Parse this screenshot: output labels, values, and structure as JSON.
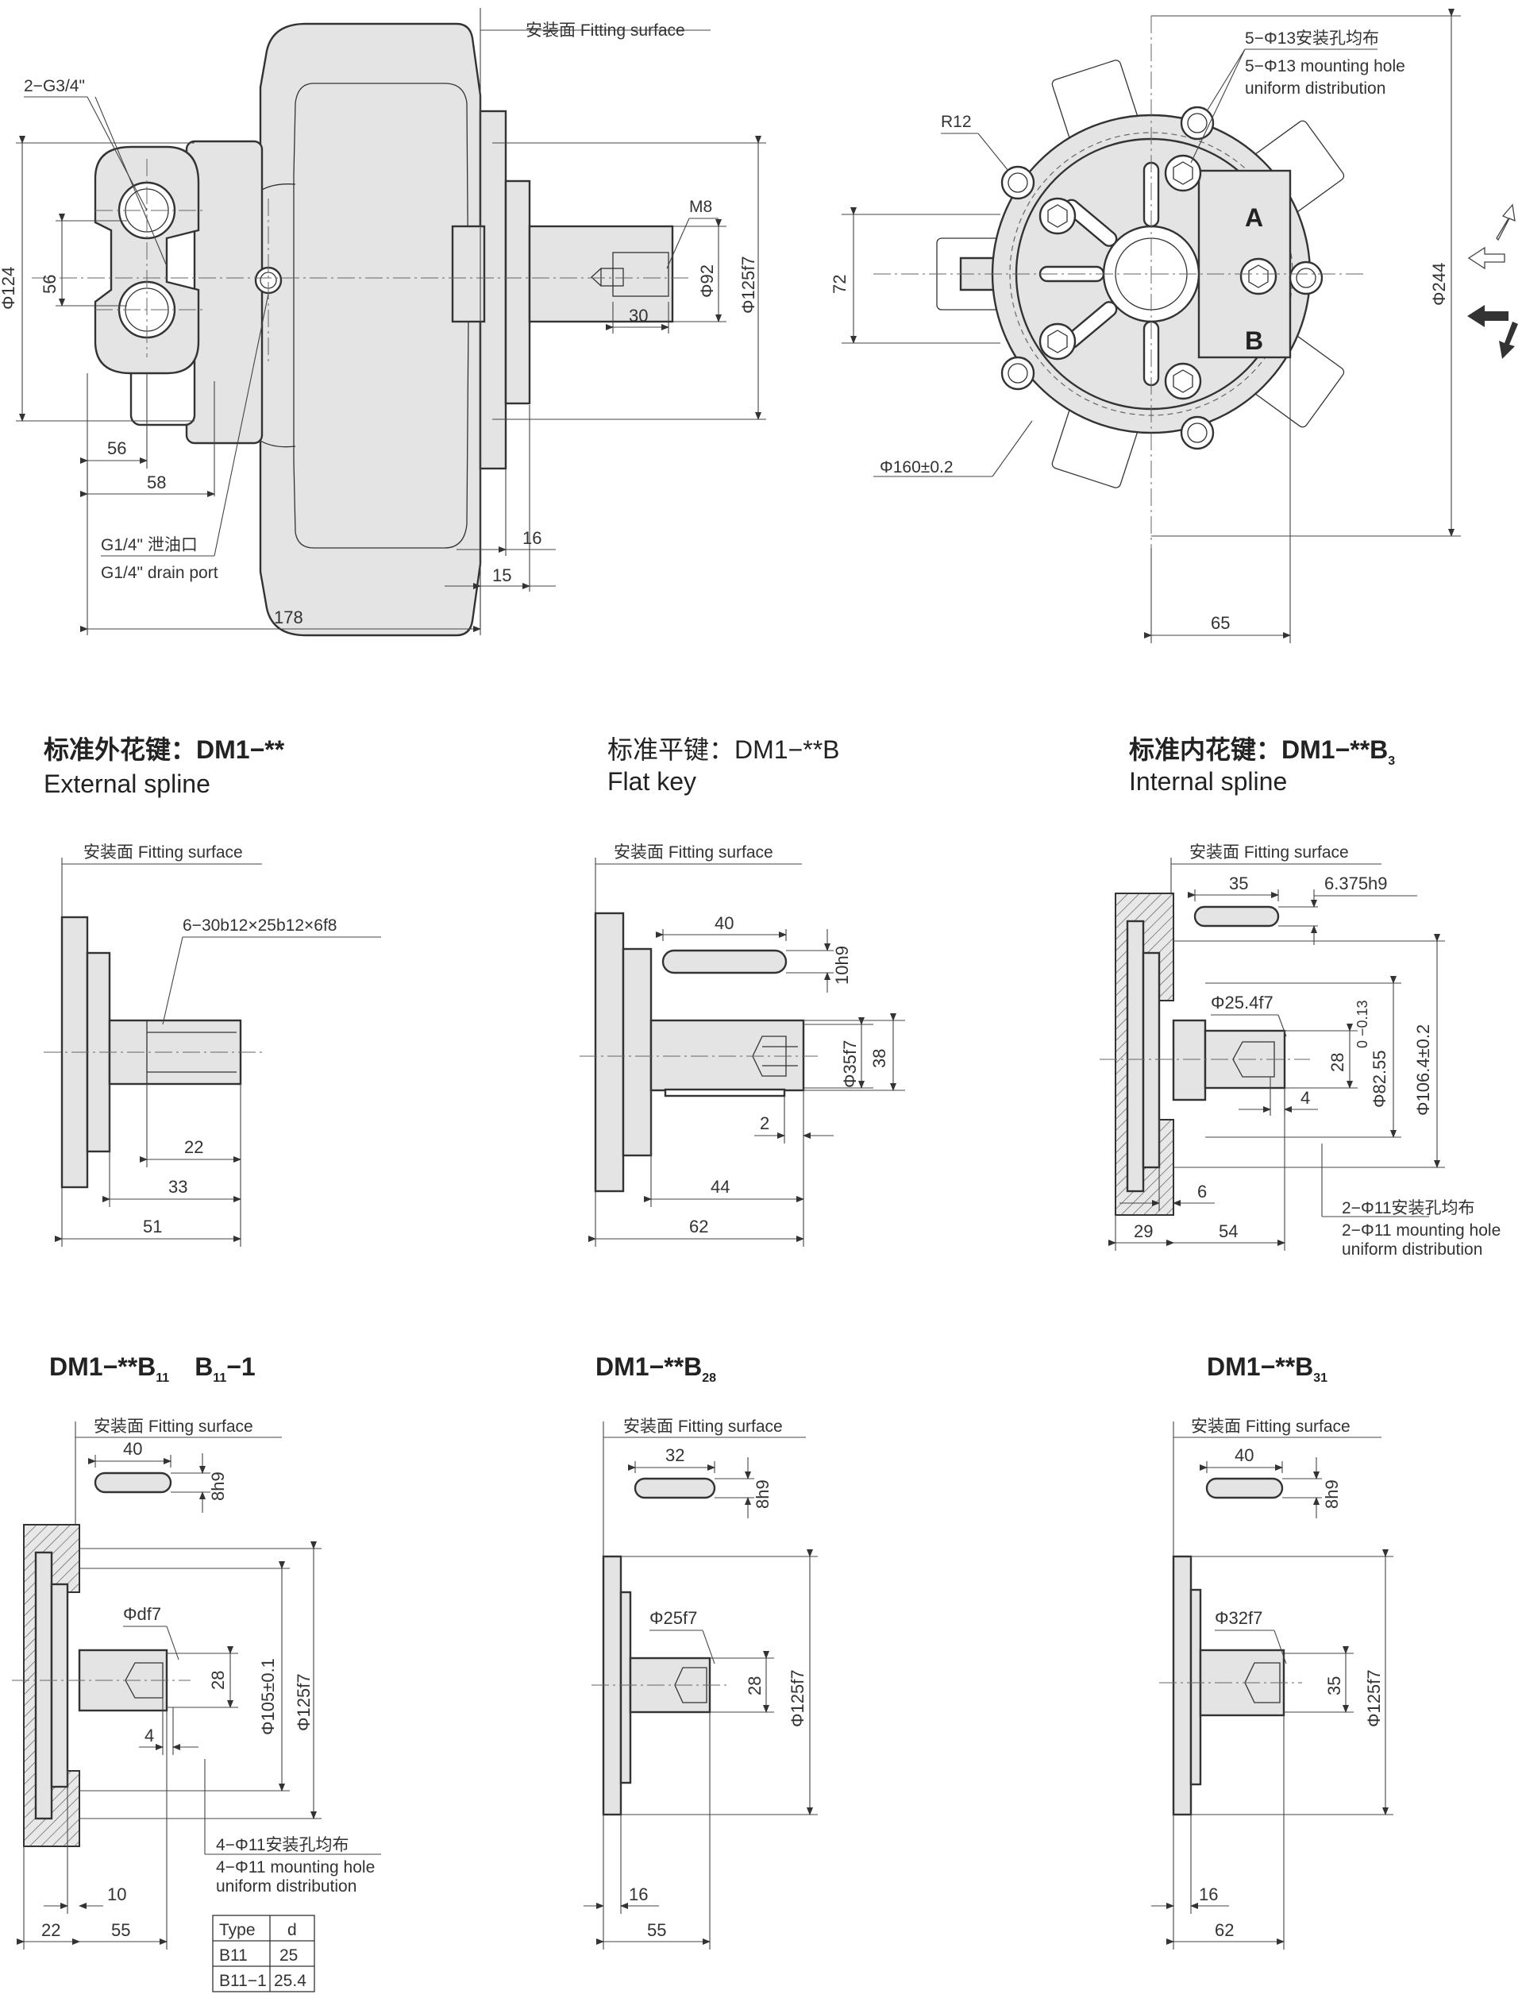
{
  "labels": {
    "fitting_surface": "安装面 Fitting surface",
    "g34": "2−G3/4\"",
    "m8": "M8",
    "drain_cn": "G1/4\" 泄油口",
    "drain_en": "G1/4\" drain port",
    "mount5_cn": "5−Φ13安装孔均布",
    "mount5_en1": "5−Φ13 mounting hole",
    "mount5_en2": "uniform distribution",
    "r12": "R12",
    "phi160": "Φ160±0.2",
    "port_a": "A",
    "port_b": "B",
    "spline_spec": "6−30b12×25b12×6f8",
    "mount2_cn": "2−Φ11安装孔均布",
    "mount2_en1": "2−Φ11 mounting hole",
    "mount2_en2": "uniform distribution",
    "mount4_cn": "4−Φ11安装孔均布",
    "mount4_en1": "4−Φ11 mounting hole",
    "mount4_en2": "uniform distribution"
  },
  "dims": {
    "d124": "Φ124",
    "d56v": "56",
    "d56h": "56",
    "d58": "58",
    "d178": "178",
    "d16": "16",
    "d15": "15",
    "d30": "30",
    "d92": "Φ92",
    "d125": "Φ125f7",
    "d72": "72",
    "d244": "Φ244",
    "d65": "65",
    "s22": "22",
    "s33": "33",
    "s51": "51",
    "f40": "40",
    "f10": "10h9",
    "f35": "Φ35f7",
    "f38": "38",
    "f2": "2",
    "f44": "44",
    "f62": "62",
    "i35": "35",
    "i6375": "6.375h9",
    "i254": "Φ25.4f7",
    "i28": "28",
    "i8255": "Φ82.55",
    "i8255tol": "0 −0.13",
    "i1064": "Φ106.4±0.2",
    "i4": "4",
    "i6": "6",
    "i29": "29",
    "i54": "54",
    "b40": "40",
    "b8": "8h9",
    "bdf7": "Φdf7",
    "b28": "28",
    "b105": "Φ105±0.1",
    "b125": "Φ125f7",
    "b4": "4",
    "b10": "10",
    "b22": "22",
    "b55": "55",
    "c32": "32",
    "c8": "8h9",
    "c25": "Φ25f7",
    "c28": "28",
    "c125": "Φ125f7",
    "c16": "16",
    "c55": "55",
    "e40": "40",
    "e8": "8h9",
    "e32": "Φ32f7",
    "e35": "35",
    "e125": "Φ125f7",
    "e16": "16",
    "e62": "62"
  },
  "headings": {
    "ext_cn": "标准外花键：DM1−**",
    "ext_en": "External spline",
    "flat_cn": "标准平键：DM1−**B",
    "flat_en": "Flat key",
    "int_cn": "标准内花键：DM1−**B",
    "int_sub": "3",
    "int_en": "Internal spline",
    "b11_main": "DM1−**B",
    "b11_sub": "11",
    "b11_alt": "B",
    "b11_alt_sub": "11",
    "b11_alt_suffix": "−1",
    "b28_main": "DM1−**B",
    "b28_sub": "28",
    "b31_main": "DM1−**B",
    "b31_sub": "31"
  },
  "table": {
    "headers": [
      "Type",
      "d"
    ],
    "rows": [
      [
        "B11",
        "25"
      ],
      [
        "B11−1",
        "25.4"
      ]
    ]
  }
}
